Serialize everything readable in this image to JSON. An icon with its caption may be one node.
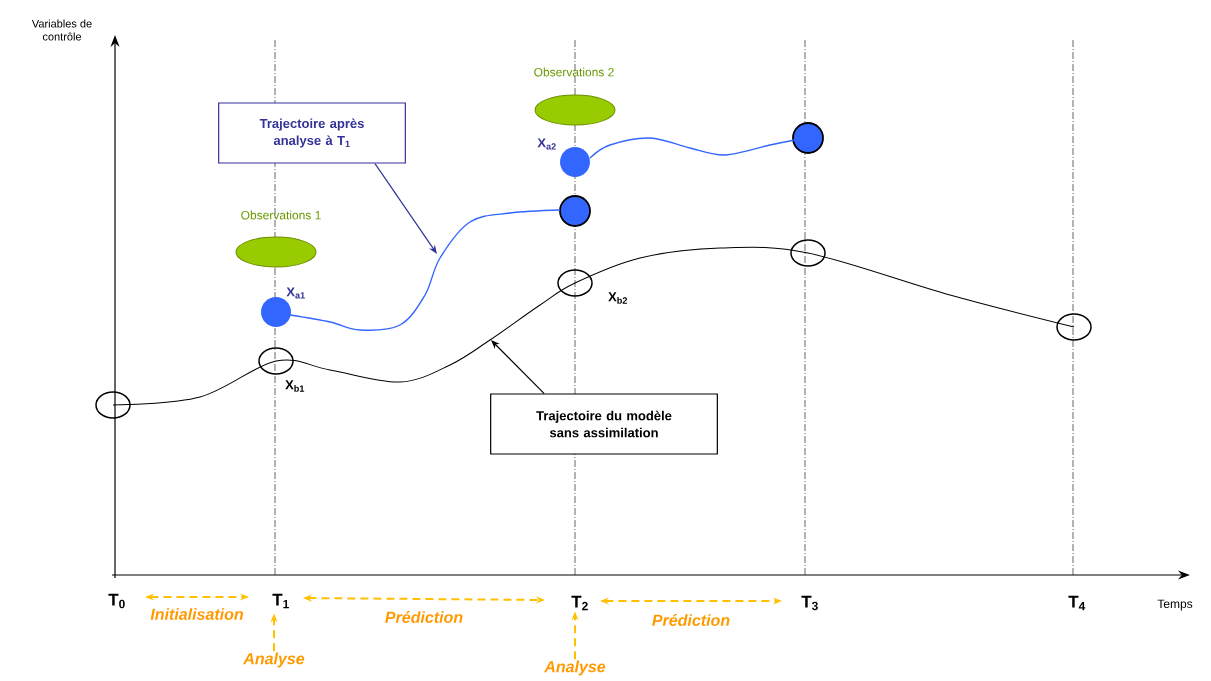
{
  "diagram": {
    "nodes": [
      {
        "text": [
          "Trajectoire après analyse à T$_{1}$"
        ]
      },
      {
        "text": [
          "Trajectoire du modèle sans assimilation"
        ]
      },
      {
        "text": [
          "T$_{0}$"
        ]
      },
      {
        "text": [
          "T$_{1}$"
        ]
      },
      {
        "text": [
          "T$_{2}$"
        ]
      },
      {
        "text": [
          "T$_{3}$"
        ]
      },
      {
        "text": [
          "T$_{4}$"
        ]
      },
      {
        "text": [
          "Analyse"
        ]
      },
      {
        "text": [
          "Analyse"
        ]
      },
      {
        "text": [],
        "shape": "ellipse"
      },
      {
        "text": [],
        "shape": "ellipse"
      },
      {
        "text": [],
        "shape": "curve"
      },
      {
        "text": [],
        "shape": "curve"
      }
    ],
    "edges": [
      {
        "from": 0,
        "to": 11,
        "arrow": "to",
        "color": "#333399"
      },
      {
        "from": 1,
        "to": 12,
        "arrow": "to",
        "color": "#000000"
      },
      {
        "from": 2,
        "to": 3,
        "arrow": "both",
        "style": "dashed",
        "color": "#ffc000",
        "label": "Initialisation"
      },
      {
        "from": 3,
        "to": 4,
        "arrow": "both",
        "style": "dashed",
        "color": "#ffc000",
        "label": "Prédiction"
      },
      {
        "from": 4,
        "to": 5,
        "arrow": "both",
        "style": "dashed",
        "color": "#ffc000",
        "label": "Prédiction"
      },
      {
        "from": 7,
        "to": 3,
        "arrow": "to",
        "style": "dashed",
        "color": "#ffc000"
      },
      {
        "from": 8,
        "to": 4,
        "arrow": "to",
        "style": "dashed",
        "color": "#ffc000"
      }
    ],
    "labels": [
      "Variables de contrôle",
      "Observations 2",
      "Observations 1",
      "X$_{a2}$",
      "X$_{a1}$",
      "X$_{b2}$",
      "X$_{b1}$",
      "Temps"
    ]
  }
}
